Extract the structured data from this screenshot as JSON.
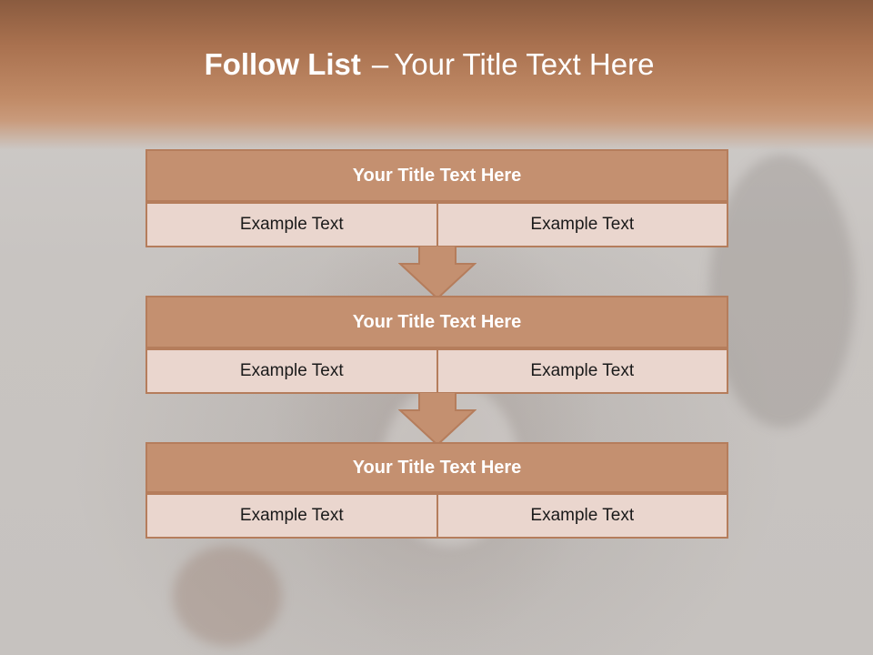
{
  "slide": {
    "title_bold": "Follow List",
    "title_sep": "–",
    "title_rest": "Your Title Text Here"
  },
  "blocks": [
    {
      "title": "Your Title Text Here",
      "left": "Example Text",
      "right": "Example Text"
    },
    {
      "title": "Your Title Text Here",
      "left": "Example Text",
      "right": "Example Text"
    },
    {
      "title": "Your Title Text Here",
      "left": "Example Text",
      "right": "Example Text"
    }
  ],
  "colors": {
    "header": "#a9714f",
    "block_title_fill": "#c49070",
    "block_border": "#b57d5c",
    "cell_fill": "#ead6ce",
    "arrow_fill": "#c49070"
  }
}
